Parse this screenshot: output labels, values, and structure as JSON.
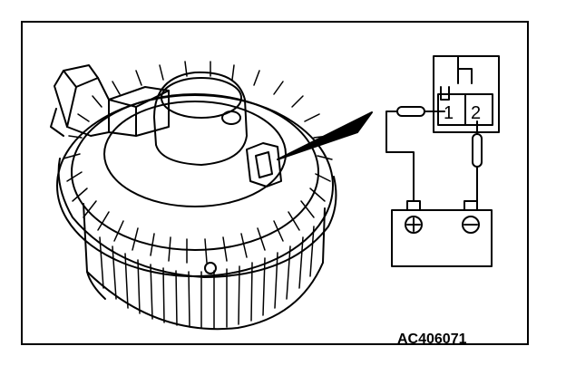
{
  "figure": {
    "code": "AC406071",
    "connector_pins": [
      "1",
      "2"
    ],
    "battery_terminals": [
      "⊕",
      "⊖"
    ]
  },
  "colors": {
    "ink": "#000000",
    "paper": "#ffffff"
  }
}
